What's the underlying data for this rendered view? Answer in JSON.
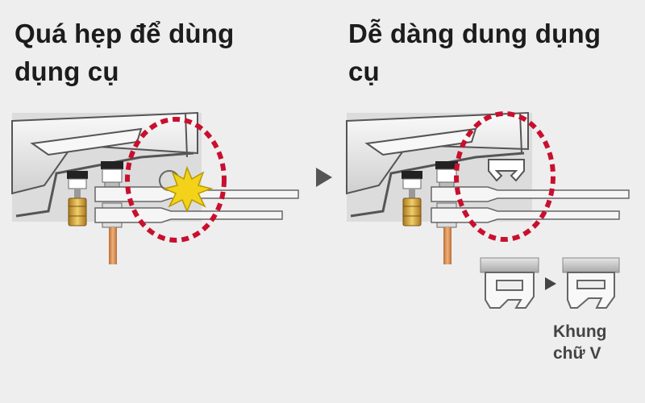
{
  "panels": {
    "left": {
      "title": "Quá hẹp để dùng dụng cụ"
    },
    "right": {
      "title": "Dễ dàng dung dụng cụ"
    }
  },
  "caption": {
    "line1": "Khung",
    "line2": "chữ V"
  },
  "colors": {
    "highlight_circle": "#c8102e",
    "collision_burst": "#f4d21a",
    "copper_pipe": "#d9955a",
    "arrow": "#555555",
    "background": "#eeeeee"
  }
}
